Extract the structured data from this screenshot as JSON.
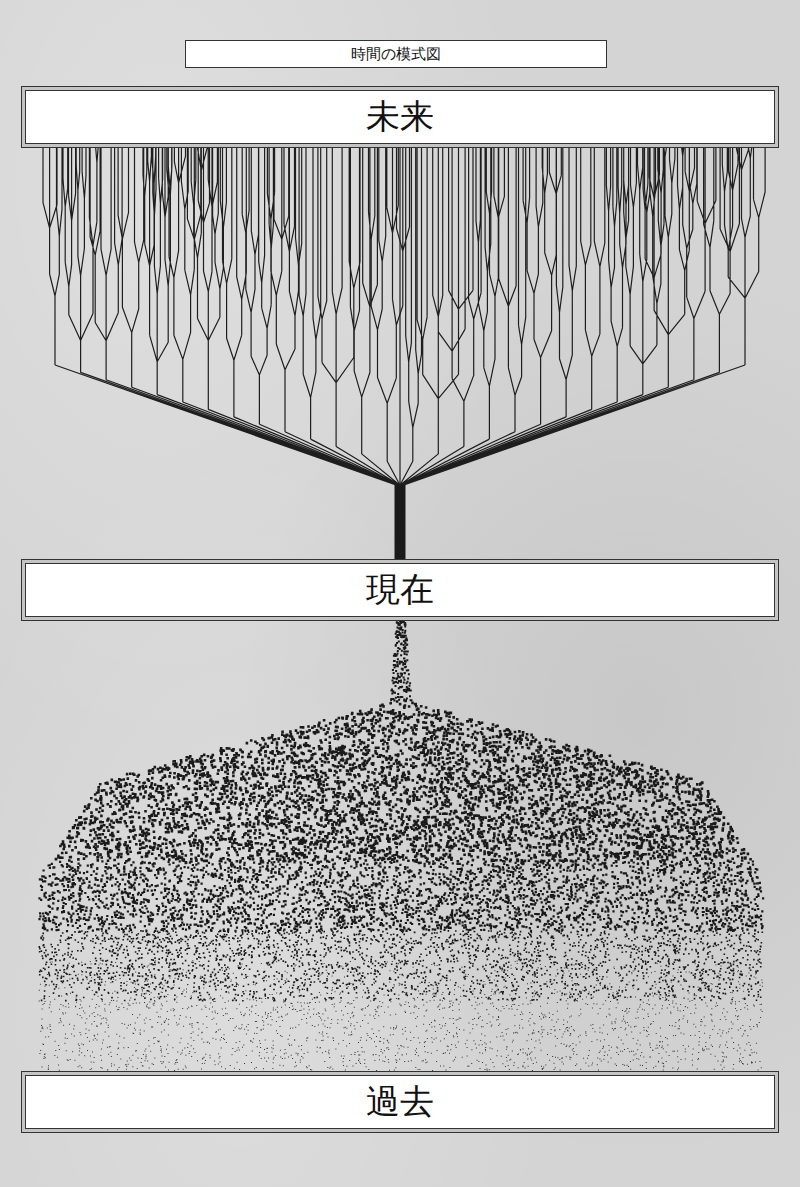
{
  "diagram": {
    "title": "時間の模式図",
    "nodes": [
      {
        "text": [
          "未来"
        ]
      },
      {
        "text": [
          "現在"
        ]
      },
      {
        "text": [
          "過去"
        ]
      }
    ],
    "edges": [
      {
        "from": 1,
        "to": 0,
        "arrow": "none"
      }
    ]
  }
}
